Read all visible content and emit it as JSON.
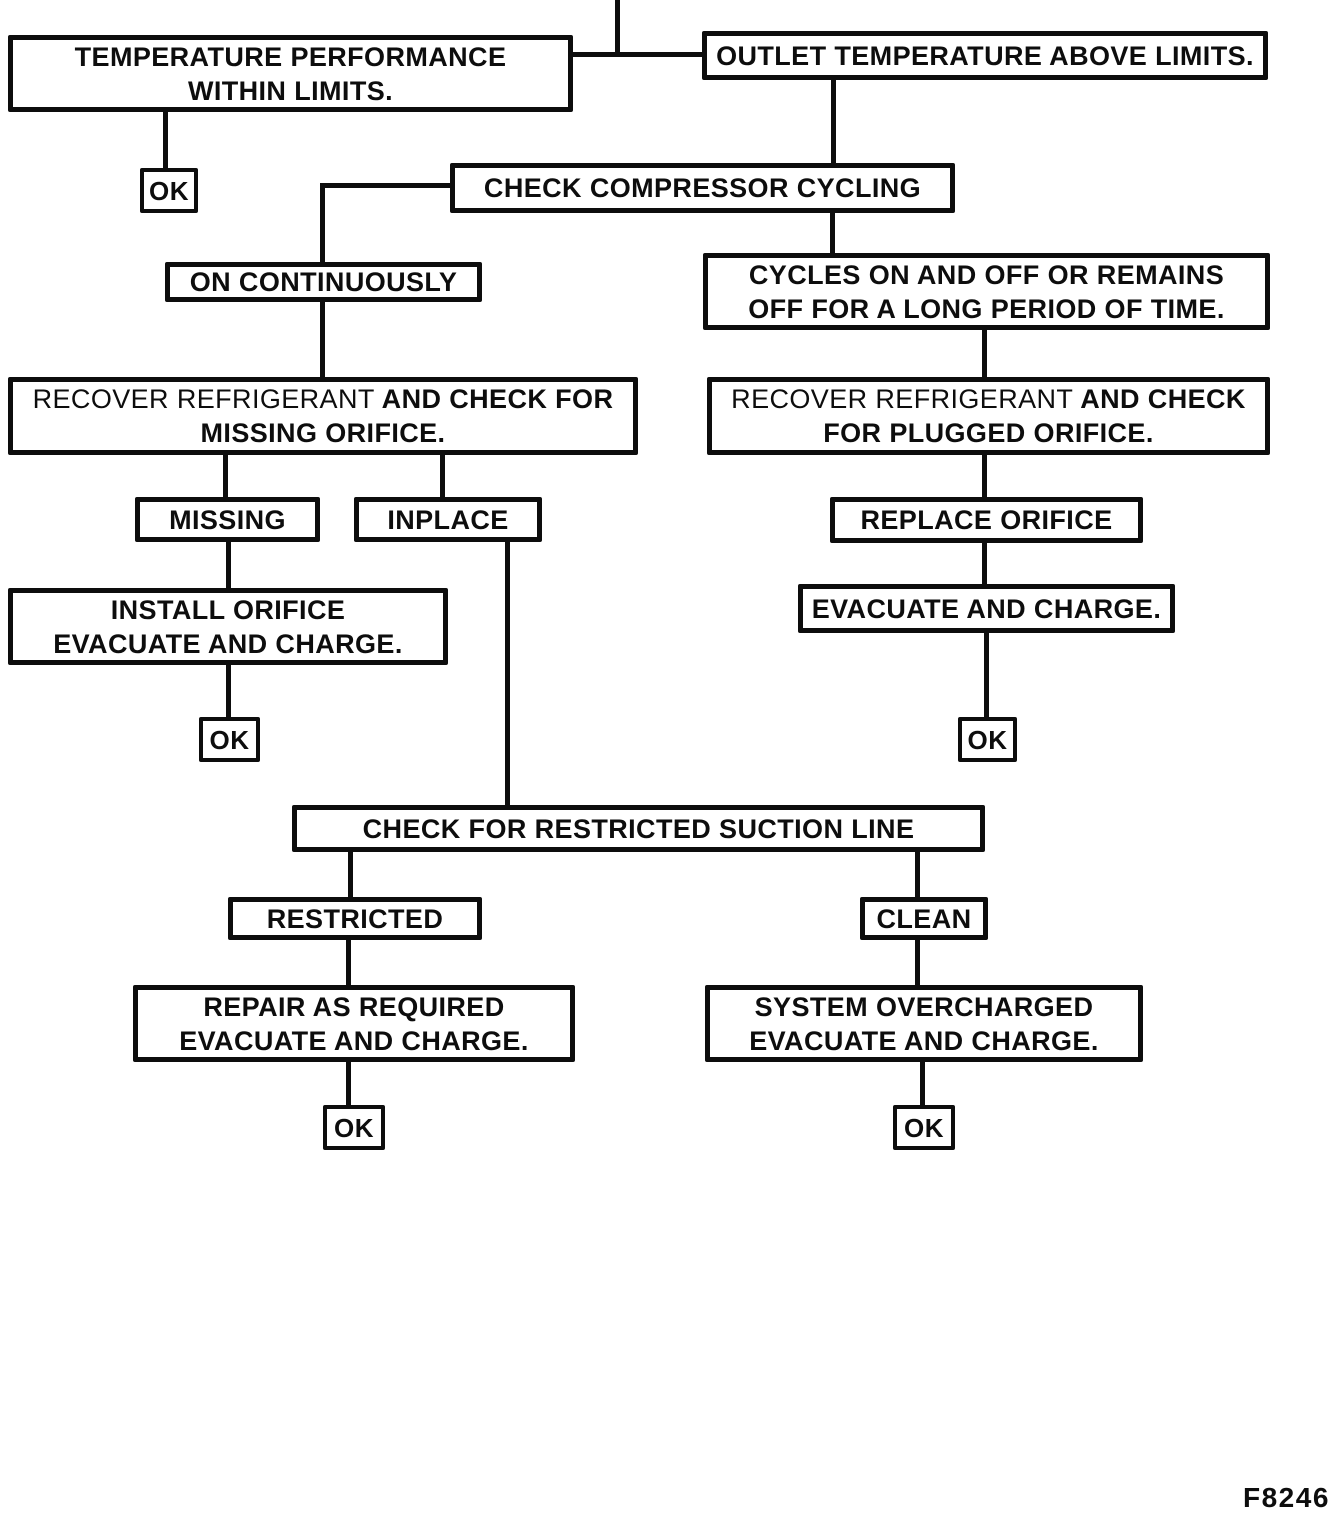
{
  "figure": {
    "label": "F8246"
  },
  "flowchart": {
    "ok_label": "OK",
    "colors": {
      "ink": "#0d0d0d",
      "background": "#ffffff"
    },
    "nodes": {
      "temp_within_limits": {
        "line1": "TEMPERATURE PERFORMANCE",
        "line2": "WITHIN LIMITS."
      },
      "outlet_above_limits": {
        "line1": "OUTLET TEMPERATURE ABOVE LIMITS."
      },
      "check_compressor_cycling": {
        "line1": "CHECK COMPRESSOR CYCLING"
      },
      "on_continuously": {
        "line1": "ON CONTINUOUSLY"
      },
      "cycles_on_off": {
        "line1": "CYCLES ON AND OFF OR REMAINS",
        "line2": "OFF FOR A LONG PERIOD OF TIME."
      },
      "recover_check_missing": {
        "normal": "RECOVER REFRIGERANT",
        "bold": " AND CHECK FOR",
        "line2": "MISSING ORIFICE."
      },
      "recover_check_plugged": {
        "normal": "RECOVER REFRIGERANT",
        "bold": " AND CHECK",
        "line2": "FOR PLUGGED ORIFICE."
      },
      "missing": {
        "line1": "MISSING"
      },
      "inplace": {
        "line1": "INPLACE"
      },
      "replace_orifice": {
        "line1": "REPLACE ORIFICE"
      },
      "install_orifice": {
        "line1": "INSTALL ORIFICE",
        "line2": "EVACUATE AND CHARGE."
      },
      "evacuate_and_charge": {
        "line1": "EVACUATE AND CHARGE."
      },
      "check_restricted_suction": {
        "line1": "CHECK FOR RESTRICTED SUCTION LINE"
      },
      "restricted": {
        "line1": "RESTRICTED"
      },
      "clean": {
        "line1": "CLEAN"
      },
      "repair_as_required": {
        "line1": "REPAIR AS REQUIRED",
        "line2": "EVACUATE AND CHARGE."
      },
      "system_overcharged": {
        "line1": "SYSTEM OVERCHARGED",
        "line2": "EVACUATE AND CHARGE."
      }
    }
  }
}
